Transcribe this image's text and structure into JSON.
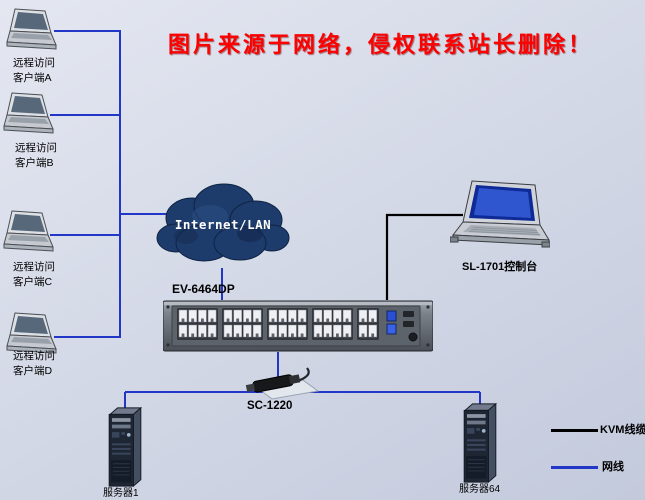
{
  "colors": {
    "bg_top": "#e4e7f1",
    "bg_bottom": "#c3cadc",
    "lan_line": "#2236c8",
    "kvm_line": "#000000",
    "disclaimer_red": "#fe0000",
    "cloud_fill": "#1e3c6b",
    "label_text": "#000000"
  },
  "disclaimer": "图片来源于网络，侵权联系站长删除！",
  "clients": [
    {
      "line1": "远程访问",
      "line2": "客户端A"
    },
    {
      "line1": "远程访问",
      "line2": "客户端B"
    },
    {
      "line1": "远程访问",
      "line2": "客户端C"
    },
    {
      "line1": "远程访问",
      "line2": "客户端D"
    }
  ],
  "cloud": {
    "label": "Internet/LAN"
  },
  "kvm_switch": {
    "model": "EV-6464DP"
  },
  "console": {
    "model": "SL-1701控制台"
  },
  "splitter": {
    "model": "SC-1220"
  },
  "servers": [
    {
      "label": "服务器1"
    },
    {
      "label": "服务器64"
    }
  ],
  "legend": {
    "items": [
      {
        "label": "KVM线缆",
        "color": "#000000"
      },
      {
        "label": "网线",
        "color": "#2236c8"
      }
    ]
  }
}
